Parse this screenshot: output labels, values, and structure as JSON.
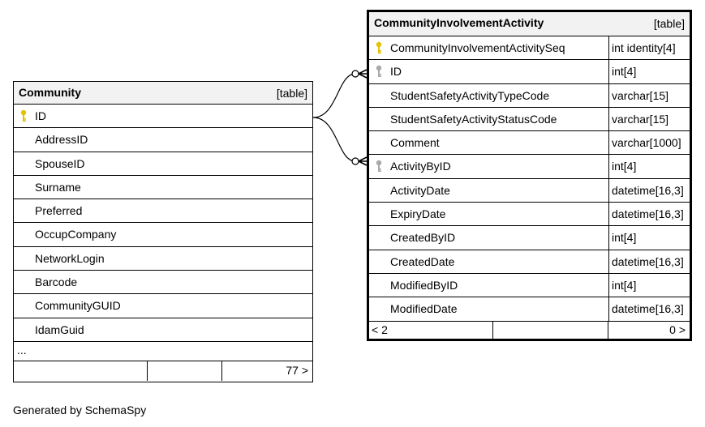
{
  "tables": {
    "community": {
      "name": "Community",
      "kind": "[table]",
      "columns": [
        {
          "name": "ID",
          "key": "primary"
        },
        {
          "name": "AddressID"
        },
        {
          "name": "SpouseID"
        },
        {
          "name": "Surname"
        },
        {
          "name": "Preferred"
        },
        {
          "name": "OccupCompany"
        },
        {
          "name": "NetworkLogin"
        },
        {
          "name": "Barcode"
        },
        {
          "name": "CommunityGUID"
        },
        {
          "name": "IdamGuid"
        }
      ],
      "more": "...",
      "footer": {
        "parents": "",
        "children": "",
        "rows": "77 >"
      }
    },
    "activity": {
      "name": "CommunityInvolvementActivity",
      "kind": "[table]",
      "columns": [
        {
          "name": "CommunityInvolvementActivitySeq",
          "type": "int identity[4]",
          "key": "primary"
        },
        {
          "name": "ID",
          "type": "int[4]",
          "key": "foreign"
        },
        {
          "name": "StudentSafetyActivityTypeCode",
          "type": "varchar[15]"
        },
        {
          "name": "StudentSafetyActivityStatusCode",
          "type": "varchar[15]"
        },
        {
          "name": "Comment",
          "type": "varchar[1000]"
        },
        {
          "name": "ActivityByID",
          "type": "int[4]",
          "key": "foreign"
        },
        {
          "name": "ActivityDate",
          "type": "datetime[16,3]"
        },
        {
          "name": "ExpiryDate",
          "type": "datetime[16,3]"
        },
        {
          "name": "CreatedByID",
          "type": "int[4]"
        },
        {
          "name": "CreatedDate",
          "type": "datetime[16,3]"
        },
        {
          "name": "ModifiedByID",
          "type": "int[4]"
        },
        {
          "name": "ModifiedDate",
          "type": "datetime[16,3]"
        }
      ],
      "footer": {
        "parents": "< 2",
        "children": "0 >"
      }
    }
  },
  "relationships": [
    {
      "from": "community.ID",
      "to": "activity.ID"
    },
    {
      "from": "community.ID",
      "to": "activity.ActivityByID"
    }
  ],
  "colors": {
    "primary_key": "#e6c200",
    "foreign_key": "#a9a9a9",
    "header_bg": "#f2f2f2",
    "line": "#000000"
  },
  "generated_by": "Generated by SchemaSpy"
}
